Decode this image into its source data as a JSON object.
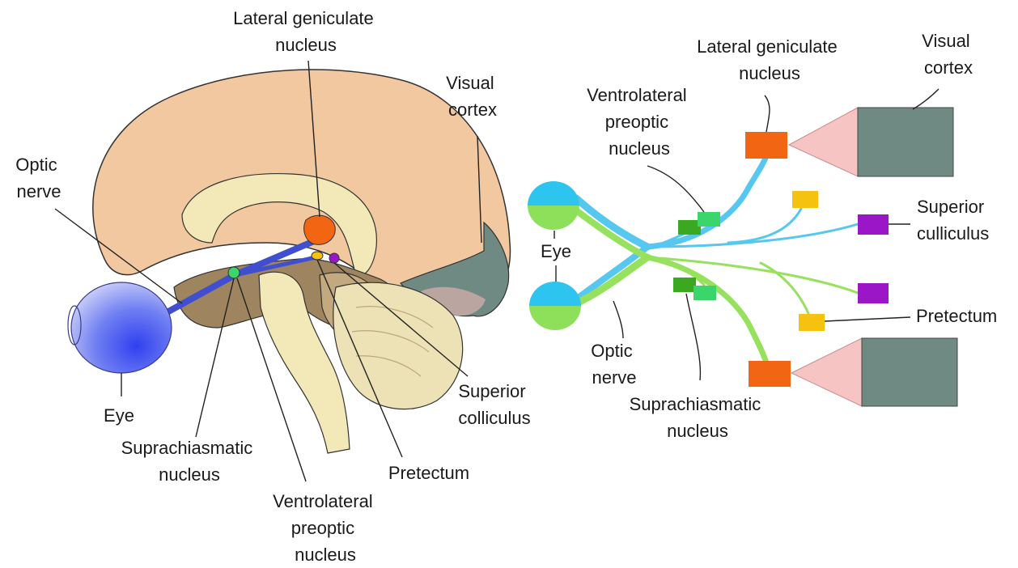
{
  "left_diagram": {
    "labels": {
      "lgn_line1": "Lateral geniculate",
      "lgn_line2": "nucleus",
      "visual_cortex_line1": "Visual",
      "visual_cortex_line2": "cortex",
      "optic_nerve_line1": "Optic",
      "optic_nerve_line2": "nerve",
      "eye": "Eye",
      "scn_line1": "Suprachiasmatic",
      "scn_line2": "nucleus",
      "vlpo_line1": "Ventrolateral",
      "vlpo_line2": "preoptic",
      "vlpo_line3": "nucleus",
      "pretectum": "Pretectum",
      "sc_line1": "Superior",
      "sc_line2": "colliculus"
    }
  },
  "right_diagram": {
    "labels": {
      "lgn_line1": "Lateral geniculate",
      "lgn_line2": "nucleus",
      "visual_cortex_line1": "Visual",
      "visual_cortex_line2": "cortex",
      "vlpo_line1": "Ventrolateral",
      "vlpo_line2": "preoptic",
      "vlpo_line3": "nucleus",
      "eye": "Eye",
      "sc_line1": "Superior",
      "sc_line2": "culliculus",
      "pretectum": "Pretectum",
      "optic_nerve_line1": "Optic",
      "optic_nerve_line2": "nerve",
      "scn_line1": "Suprachiasmatic",
      "scn_line2": "nucleus"
    }
  },
  "colors": {
    "cerebrum": "#f2c8a0",
    "inner_brain": "#f2e8b8",
    "brainstem": "#9e855f",
    "visual_cortex": "#6f8a83",
    "optic_pathway_left": "#3f4fcf",
    "lgn": "#f26512",
    "scn": "#3bd66b",
    "pretectum": "#f5c20f",
    "superior_colliculus": "#9a16c6",
    "eye_blue": "#2ec4f0",
    "eye_green": "#8ee05a",
    "fiber_blue": "#56c8f0",
    "fiber_green": "#96e25e",
    "cortex_funnel": "#f7c4c4",
    "vlpo_dark": "#3aa821"
  }
}
